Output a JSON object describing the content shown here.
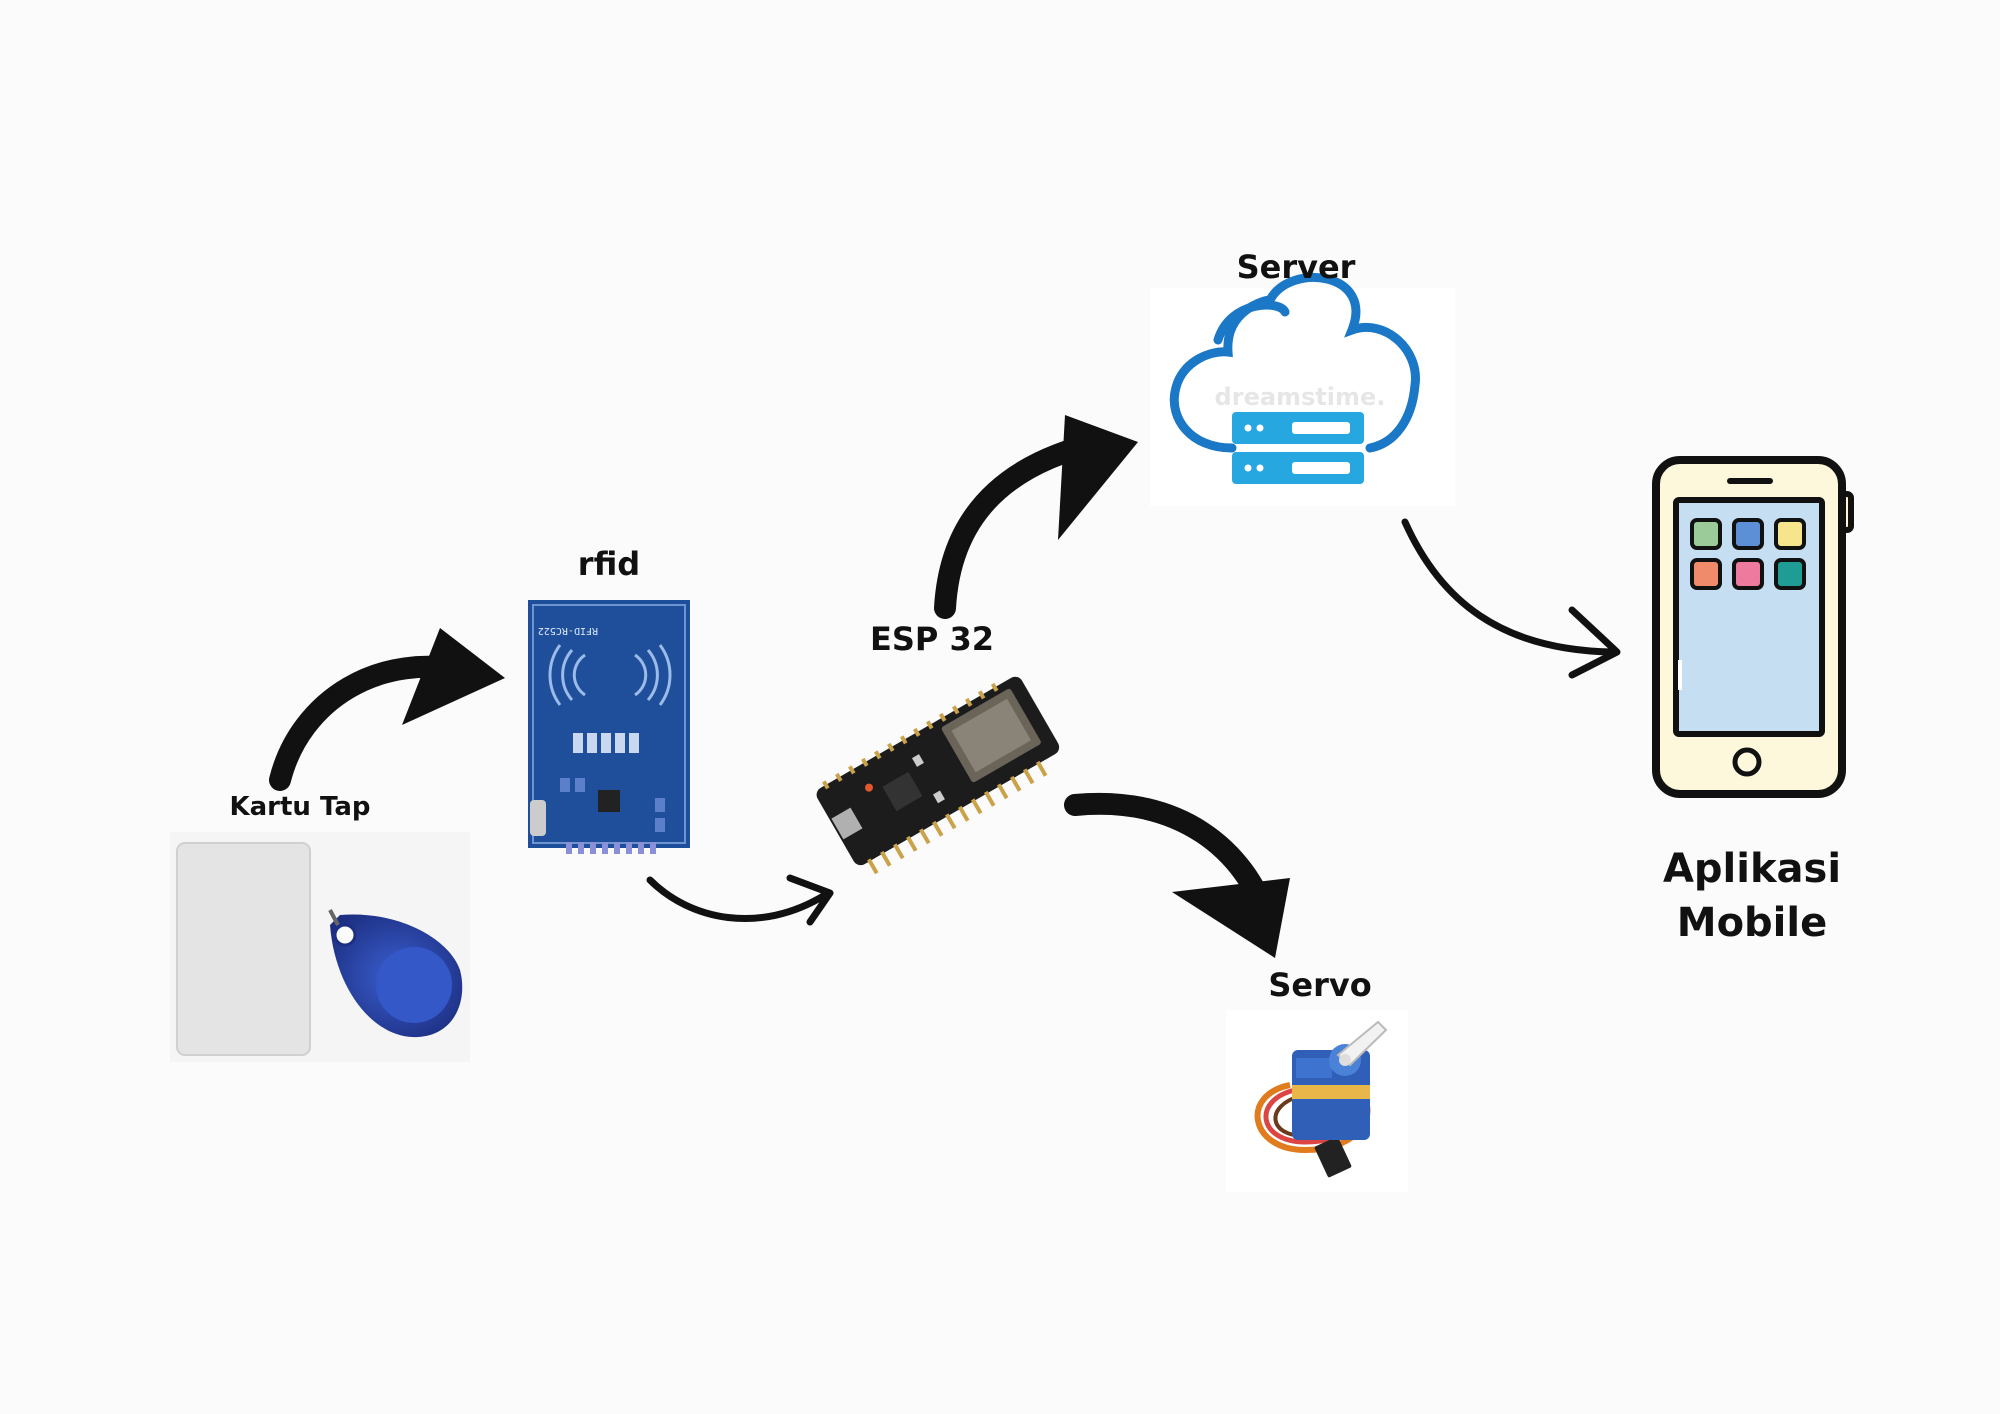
{
  "labels": {
    "kartu_tap": "Kartu Tap",
    "rfid": "rfid",
    "rfid_board_text": "RFID-RC522",
    "esp32": "ESP 32",
    "server": "Server",
    "server_watermark": "dreamstime.",
    "servo": "Servo",
    "mobile_line1": "Aplikasi",
    "mobile_line2": "Mobile"
  },
  "colors": {
    "background": "#fbfbfb",
    "arrow": "#111111",
    "rfid_board": "#1f4f9a",
    "cloud": "#1a78c6",
    "server_rack": "#27a7e0",
    "phone_screen": "#c6def2",
    "phone_body": "#fdf7dc",
    "keyfob": "#2e46a8"
  },
  "icons": [
    "rfid-card-icon",
    "keyfob-icon",
    "rfid-module-icon",
    "esp32-board-icon",
    "cloud-server-icon",
    "servo-icon",
    "smartphone-icon"
  ]
}
